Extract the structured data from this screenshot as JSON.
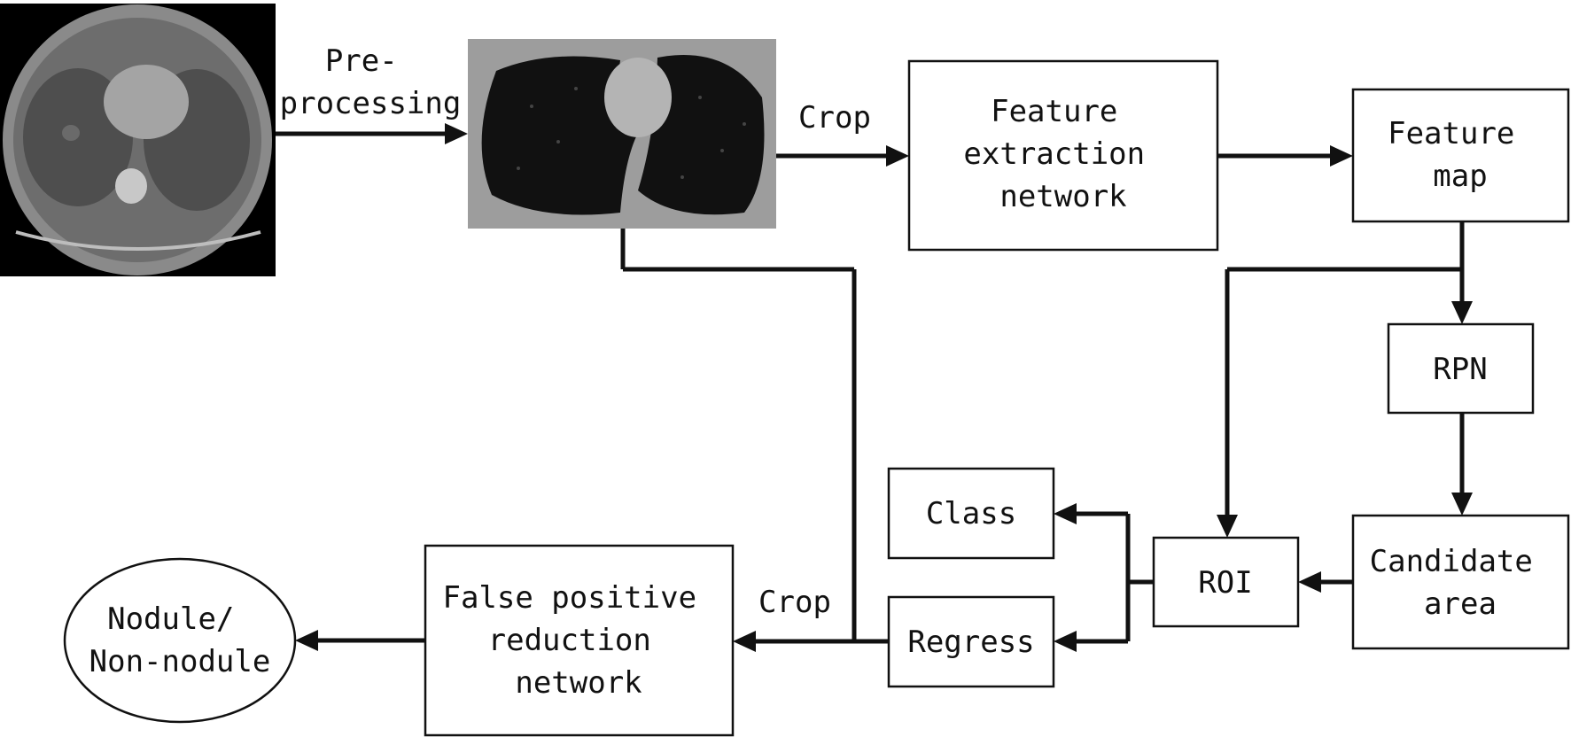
{
  "labels": {
    "preprocessing": [
      "Pre-",
      "processing"
    ],
    "crop_top": "Crop",
    "feature_extraction": [
      "Feature",
      "extraction",
      "network"
    ],
    "feature_map": [
      "Feature",
      "map"
    ],
    "rpn": "RPN",
    "candidate_area": [
      "Candidate",
      "area"
    ],
    "roi": "ROI",
    "class": "Class",
    "regress": "Regress",
    "crop_bottom": "Crop",
    "false_positive": [
      "False positive",
      "reduction",
      "network"
    ],
    "output": [
      "Nodule/",
      "Non-nodule"
    ]
  }
}
